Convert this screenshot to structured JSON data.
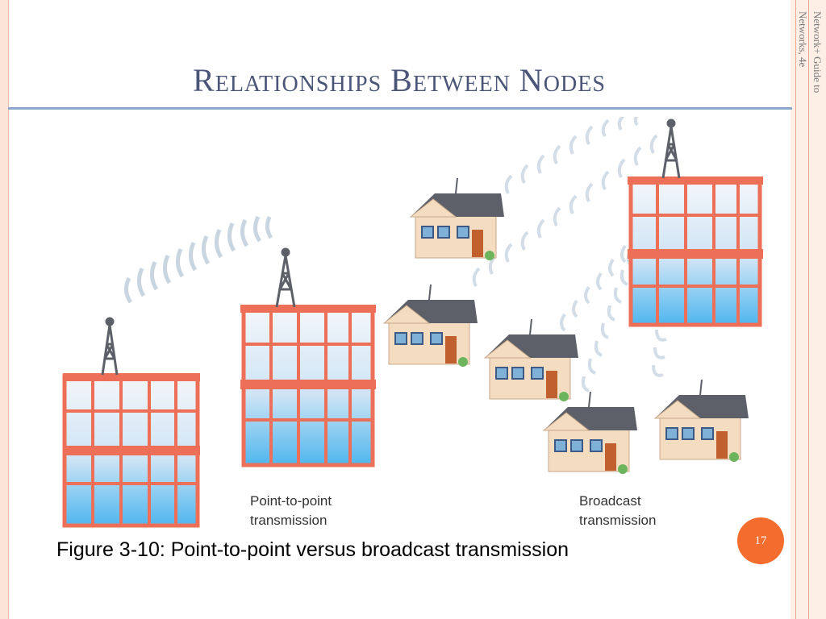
{
  "slide": {
    "title": "Relationships Between Nodes",
    "side_text": "Network+ Guide to Networks, 4e",
    "caption": "Figure 3-10: Point-to-point versus broadcast transmission",
    "page_number": "17"
  },
  "figure": {
    "label_point_line1": "Point-to-point",
    "label_point_line2": "transmission",
    "label_broadcast_line1": "Broadcast",
    "label_broadcast_line2": "transmission"
  },
  "colors": {
    "title": "#4a5578",
    "rule": "#8aa6cc",
    "badge": "#f46d2e",
    "building_frame": "#ef6f58",
    "house_wall": "#f3dcc0",
    "roof": "#5d6068",
    "wave": "#d2dde7"
  }
}
